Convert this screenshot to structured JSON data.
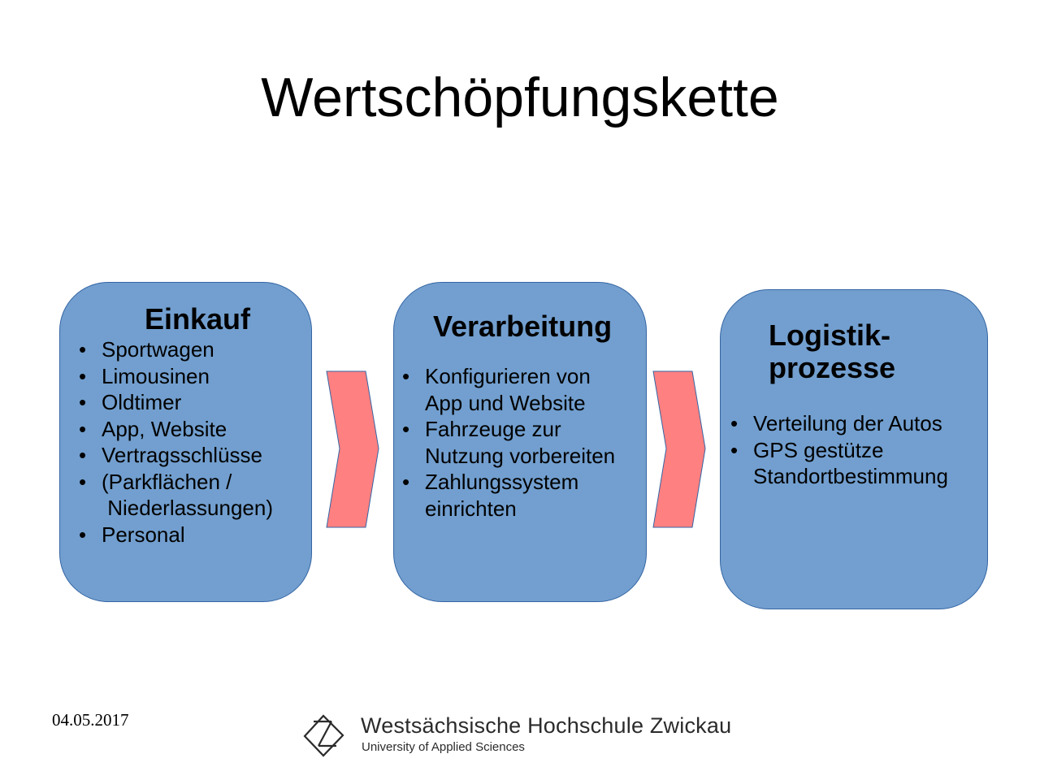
{
  "slide": {
    "title": "Wertschöpfungskette",
    "date": "04.05.2017"
  },
  "colors": {
    "box_fill": "#729fcf",
    "box_border": "#3465a4",
    "arrow_fill": "#ff8080",
    "arrow_border": "#3465a4"
  },
  "stages": [
    {
      "heading": "Einkauf",
      "items": [
        "Sportwagen",
        "Limousinen",
        "Oldtimer",
        "App, Website",
        "Vertragsschlüsse",
        "(Parkflächen /",
        " Niederlassungen)",
        "Personal"
      ]
    },
    {
      "heading": "Verarbeitung",
      "items": [
        "Konfigurieren von",
        "App und Website",
        "Fahrzeuge zur",
        "Nutzung vorbereiten",
        "Zahlungssystem",
        "einrichten"
      ]
    },
    {
      "heading_line1": "Logistik-",
      "heading_line2": "prozesse",
      "items": [
        "Verteilung der Autos",
        "GPS gestütze",
        "Standortbestimmung"
      ]
    }
  ],
  "arrows": [
    "chevron-arrow",
    "chevron-arrow"
  ],
  "logo": {
    "icon": "university-logo-icon",
    "name": "Westsächsische Hochschule Zwickau",
    "subtitle": "University of Applied Sciences"
  }
}
